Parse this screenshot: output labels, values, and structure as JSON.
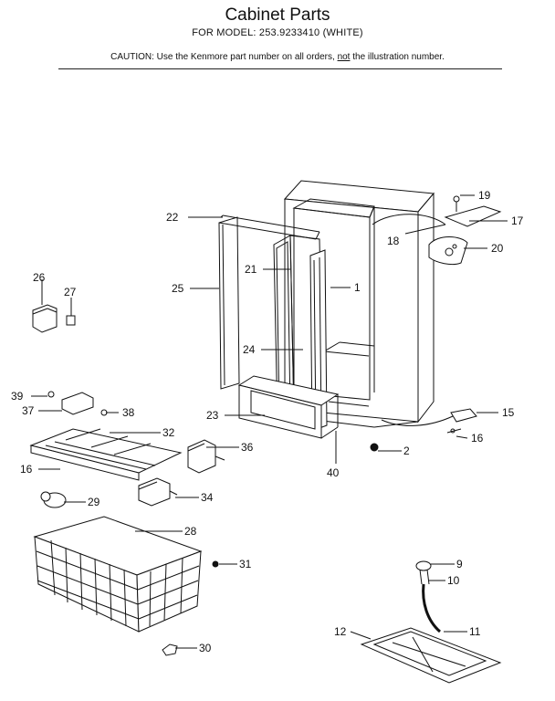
{
  "header": {
    "title": "Cabinet Parts",
    "model_line": "FOR MODEL: 253.9233410 (WHITE)",
    "caution_prefix": "CAUTION: Use the Kenmore part number on all orders, ",
    "caution_emph": "not",
    "caution_suffix": " the illustration number."
  },
  "colors": {
    "ink": "#111111",
    "paper": "#ffffff"
  },
  "callouts": [
    "1",
    "2",
    "9",
    "10",
    "11",
    "12",
    "15",
    "16",
    "16b",
    "17",
    "18",
    "19",
    "20",
    "21",
    "22",
    "23",
    "24",
    "25",
    "26",
    "27",
    "28",
    "29",
    "30",
    "31",
    "32",
    "34",
    "36",
    "37",
    "38",
    "39",
    "40"
  ],
  "labels": {
    "1": "1",
    "2": "2",
    "9": "9",
    "10": "10",
    "11": "11",
    "12": "12",
    "15": "15",
    "16": "16",
    "16b": "16",
    "17": "17",
    "18": "18",
    "19": "19",
    "20": "20",
    "21": "21",
    "22": "22",
    "23": "23",
    "24": "24",
    "25": "25",
    "26": "26",
    "27": "27",
    "28": "28",
    "29": "29",
    "30": "30",
    "31": "31",
    "32": "32",
    "34": "34",
    "36": "36",
    "37": "37",
    "38": "38",
    "39": "39",
    "40": "40"
  }
}
